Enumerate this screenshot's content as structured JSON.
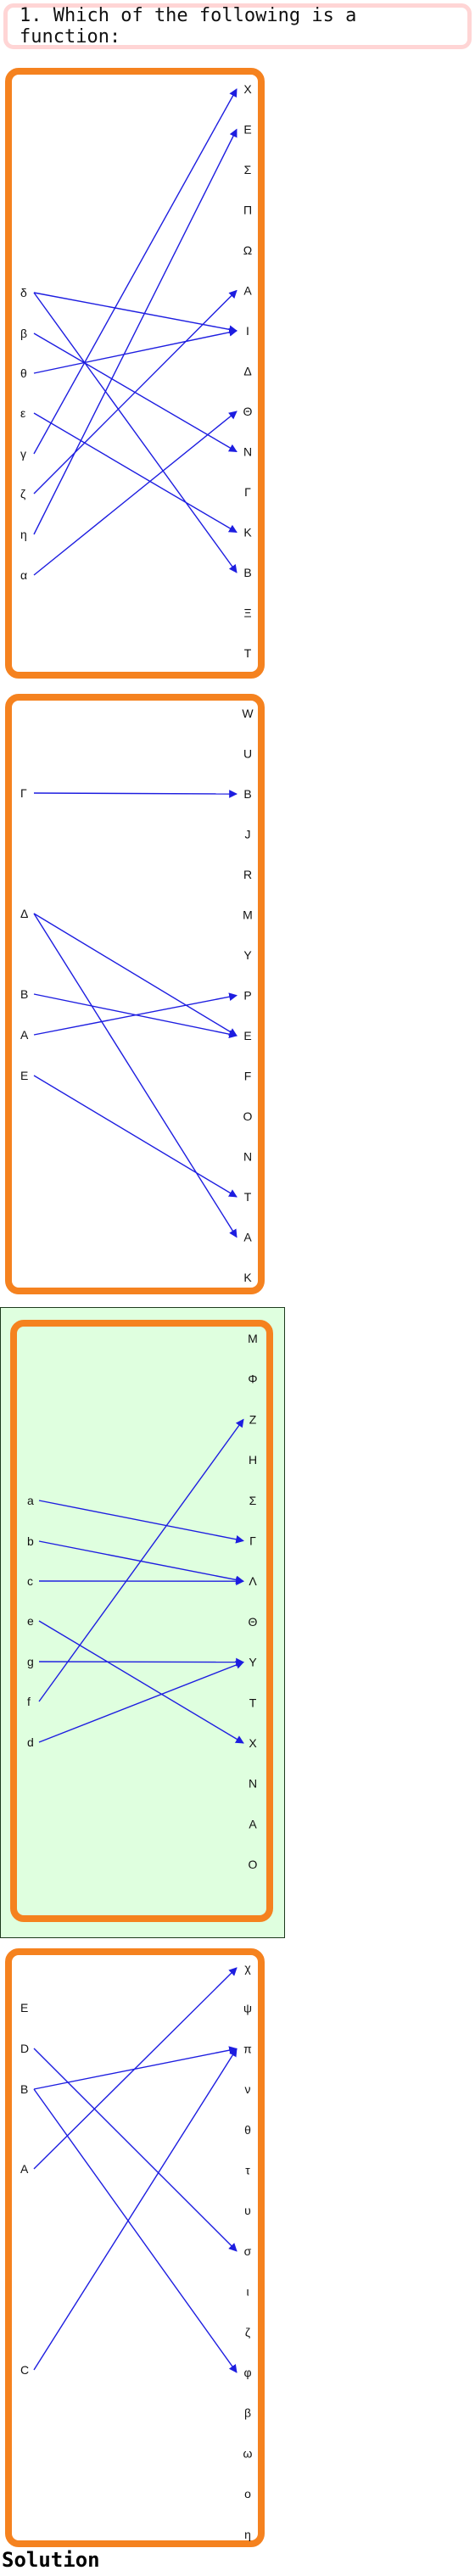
{
  "question": "1. Which of the following is a function:",
  "solution_label": "Solution",
  "colors": {
    "border": "#f5821f",
    "arrow": "#1d1de0",
    "selected_bg": "#dfffdf",
    "question_border": "#ffd5d5"
  },
  "options": [
    {
      "selected": false,
      "domain": [
        "δ",
        "β",
        "θ",
        "ε",
        "γ",
        "ζ",
        "η",
        "α"
      ],
      "codomain": [
        "X",
        "E",
        "Σ",
        "Π",
        "Ω",
        "A",
        "I",
        "Δ",
        "Θ",
        "N",
        "Γ",
        "K",
        "B",
        "Ξ",
        "T"
      ],
      "arrows": [
        [
          "δ",
          "I"
        ],
        [
          "δ",
          "B"
        ],
        [
          "β",
          "N"
        ],
        [
          "θ",
          "I"
        ],
        [
          "ε",
          "K"
        ],
        [
          "γ",
          "X"
        ],
        [
          "ζ",
          "A"
        ],
        [
          "η",
          "E"
        ],
        [
          "α",
          "Θ"
        ]
      ]
    },
    {
      "selected": false,
      "domain": [
        "Γ",
        "Δ",
        "B",
        "A",
        "E"
      ],
      "codomain": [
        "W",
        "U",
        "B",
        "J",
        "R",
        "M",
        "Y",
        "P",
        "E",
        "F",
        "O",
        "N",
        "T",
        "A",
        "K"
      ],
      "arrows": [
        [
          "Γ",
          "B"
        ],
        [
          "Δ",
          "E"
        ],
        [
          "Δ",
          "A"
        ],
        [
          "B",
          "E"
        ],
        [
          "A",
          "P"
        ],
        [
          "E",
          "T"
        ]
      ]
    },
    {
      "selected": true,
      "domain": [
        "a",
        "b",
        "c",
        "e",
        "g",
        "f",
        "d"
      ],
      "codomain": [
        "M",
        "Φ",
        "Z",
        "H",
        "Σ",
        "Γ",
        "Λ",
        "Θ",
        "Y",
        "T",
        "X",
        "N",
        "A",
        "O"
      ],
      "arrows": [
        [
          "a",
          "Γ"
        ],
        [
          "b",
          "Λ"
        ],
        [
          "c",
          "Λ"
        ],
        [
          "e",
          "X"
        ],
        [
          "g",
          "Y"
        ],
        [
          "f",
          "Z"
        ],
        [
          "d",
          "Y"
        ]
      ]
    },
    {
      "selected": false,
      "domain": [
        "E",
        "D",
        "B",
        "A",
        "C"
      ],
      "codomain": [
        "χ",
        "ψ",
        "π",
        "ν",
        "θ",
        "τ",
        "υ",
        "σ",
        "ι",
        "ζ",
        "φ",
        "β",
        "ω",
        "ο",
        "η"
      ],
      "arrows": [
        [
          "D",
          "σ"
        ],
        [
          "B",
          "π"
        ],
        [
          "B",
          "φ"
        ],
        [
          "A",
          "χ"
        ],
        [
          "C",
          "π"
        ]
      ]
    }
  ]
}
